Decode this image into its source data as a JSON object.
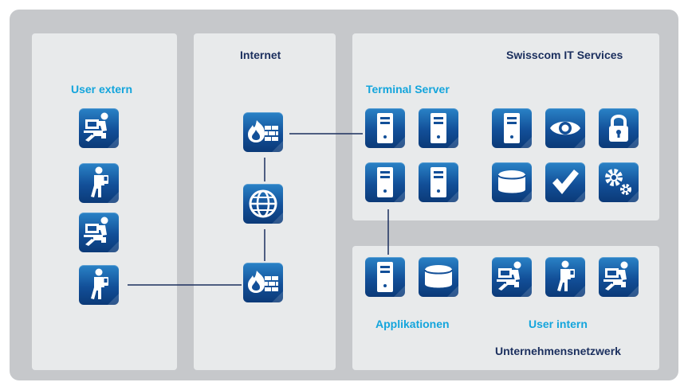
{
  "zones": {
    "user_extern": {
      "title": "User extern"
    },
    "internet": {
      "title": "Internet"
    },
    "it_services": {
      "title": "Swisscom IT Services",
      "terminal_title": "Terminal Server"
    },
    "corporate": {
      "title": "Unternehmensnetzwerk",
      "apps_title": "Applikationen",
      "users_title": "User intern"
    }
  },
  "icons": {
    "external_users": [
      "laptop-user-icon",
      "mobile-user-icon",
      "laptop-user-icon",
      "mobile-user-icon"
    ],
    "internet": [
      "firewall-icon",
      "globe-icon",
      "firewall-icon"
    ],
    "terminal_servers": [
      "server-icon",
      "server-icon",
      "server-icon",
      "server-icon"
    ],
    "it_services": [
      "server-icon",
      "eye-icon",
      "lock-icon",
      "database-icon",
      "checkmark-icon",
      "gears-icon"
    ],
    "applications": [
      "server-icon",
      "database-icon"
    ],
    "internal_users": [
      "laptop-user-icon",
      "mobile-user-icon",
      "laptop-user-icon"
    ]
  },
  "colors": {
    "frame": "#c6c8cb",
    "panel": "#e8eaeb",
    "tile": "#124f98",
    "title_dark": "#1b2f5e",
    "title_cyan": "#14a5dc",
    "connector": "#1b2f5e"
  }
}
